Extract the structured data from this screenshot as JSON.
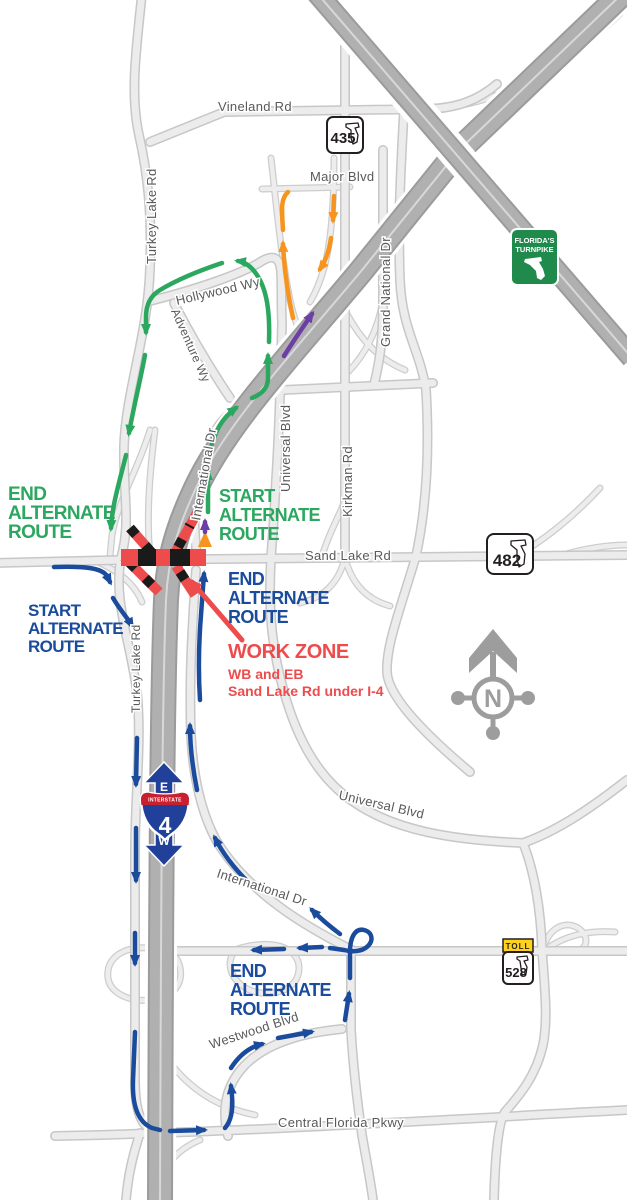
{
  "roads": {
    "vineland": "Vineland Rd",
    "turkey_lake_north": "Turkey Lake Rd",
    "major": "Major Blvd",
    "hollywood": "Hollywood Wy",
    "adventure": "Adventure Wy",
    "grand_national": "Grand National Dr",
    "international_north": "International Dr",
    "universal_north": "Universal Blvd",
    "kirkman": "Kirkman Rd",
    "sand_lake": "Sand Lake Rd",
    "turkey_lake_south": "Turkey Lake Rd",
    "universal_south": "Universal Blvd",
    "international_south": "International Dr",
    "westwood": "Westwood Blvd",
    "central_florida": "Central Florida Pkwy"
  },
  "route_labels": {
    "green_end": {
      "l1": "END",
      "l2": "ALTERNATE",
      "l3": "ROUTE"
    },
    "green_start": {
      "l1": "START",
      "l2": "ALTERNATE",
      "l3": "ROUTE"
    },
    "blue_start": {
      "l1": "START",
      "l2": "ALTERNATE",
      "l3": "ROUTE"
    },
    "blue_end_east": {
      "l1": "END",
      "l2": "ALTERNATE",
      "l3": "ROUTE"
    },
    "blue_end_south": {
      "l1": "END",
      "l2": "ALTERNATE",
      "l3": "ROUTE"
    }
  },
  "work_zone": {
    "title": "WORK ZONE",
    "detail1": "WB and EB",
    "detail2": "Sand Lake Rd under I-4"
  },
  "shields": {
    "sr435": "435",
    "sr482": "482",
    "sr528": "528",
    "toll": "TOLL",
    "interstate": "INTERSTATE",
    "i4": "4",
    "i4_east": "E",
    "i4_west": "W",
    "turnpike1": "FLORIDA'S",
    "turnpike2": "TURNPIKE"
  },
  "compass": {
    "north": "N"
  },
  "colors": {
    "green": "#2BA75F",
    "blue": "#1B4B9C",
    "orange": "#F6941E",
    "purple": "#6B3FA5",
    "red": "#EE4C4C",
    "label": "#58595B"
  }
}
